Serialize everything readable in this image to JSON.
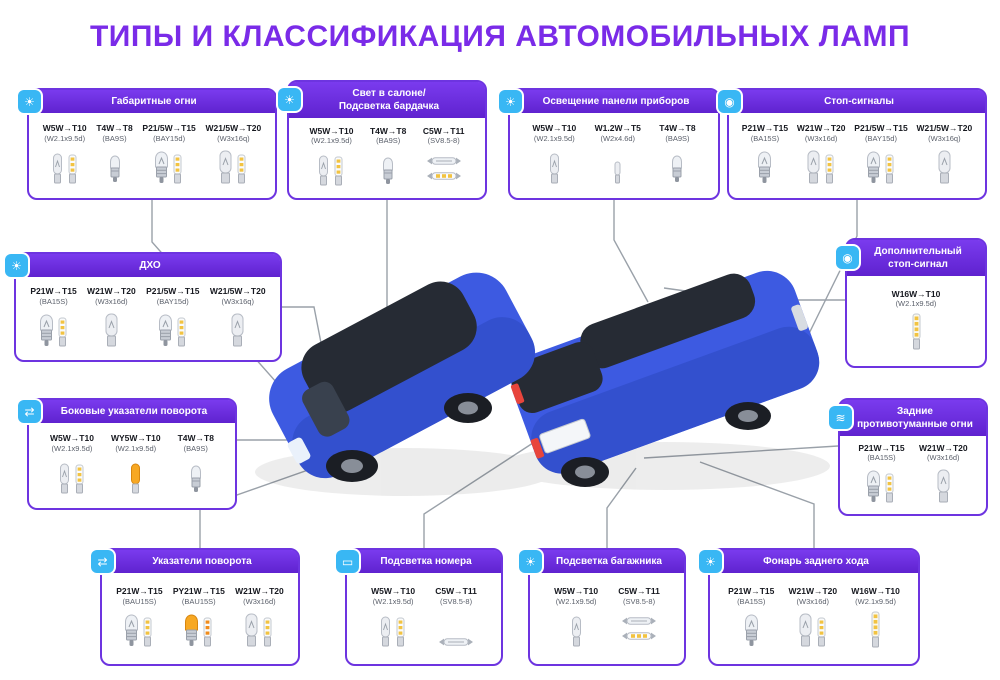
{
  "page": {
    "title": "ТИПЫ И КЛАССИФИКАЦИЯ АВТОМОБИЛЬНЫХ ЛАМП"
  },
  "colors": {
    "title_purple": "#7A2BE8",
    "box_purple": "#6D34E0",
    "header_gradient_top": "#7A3BEE",
    "header_gradient_bottom": "#5F22CF",
    "icon_blue": "#39B7F4",
    "car_blue": "#3D5AE1",
    "connector_gray": "#9AA1A9",
    "amber": "#F7A823",
    "tail_red": "#E8453C"
  },
  "boxes": [
    {
      "id": "parking-lights",
      "title": "Габаритные огни",
      "icon": "parking-light-icon",
      "lamps": [
        {
          "name": "W5W→T10",
          "socket": "(W2.1x9.5d)",
          "bulbs": [
            "wedge-clear",
            "led-white"
          ]
        },
        {
          "name": "T4W→T8",
          "socket": "(BA9S)",
          "bulbs": [
            "bayonet-small"
          ]
        },
        {
          "name": "P21/5W→T15",
          "socket": "(BAY15d)",
          "bulbs": [
            "bayonet-clear",
            "led-white"
          ]
        },
        {
          "name": "W21/5W→T20",
          "socket": "(W3x16q)",
          "bulbs": [
            "wedge-large",
            "led-white"
          ]
        }
      ]
    },
    {
      "id": "interior-light",
      "title": "Свет в салоне/\nПодсветка бардачка",
      "icon": "interior-light-icon",
      "lamps": [
        {
          "name": "W5W→T10",
          "socket": "(W2.1x9.5d)",
          "bulbs": [
            "wedge-clear",
            "led-white"
          ]
        },
        {
          "name": "T4W→T8",
          "socket": "(BA9S)",
          "bulbs": [
            "bayonet-small"
          ]
        },
        {
          "name": "C5W→T11",
          "socket": "(SV8.5-8)",
          "bulbs": [
            "festoon",
            "festoon-led"
          ]
        }
      ]
    },
    {
      "id": "dashboard-light",
      "title": "Освещение панели приборов",
      "icon": "dashboard-light-icon",
      "lamps": [
        {
          "name": "W5W→T10",
          "socket": "(W2.1x9.5d)",
          "bulbs": [
            "wedge-clear"
          ]
        },
        {
          "name": "W1.2W→T5",
          "socket": "(W2x4.6d)",
          "bulbs": [
            "wedge-tiny"
          ]
        },
        {
          "name": "T4W→T8",
          "socket": "(BA9S)",
          "bulbs": [
            "bayonet-small"
          ]
        }
      ]
    },
    {
      "id": "brake-lights",
      "title": "Стоп-сигналы",
      "icon": "brake-light-icon",
      "lamps": [
        {
          "name": "P21W→T15",
          "socket": "(BA15S)",
          "bulbs": [
            "bayonet-clear"
          ]
        },
        {
          "name": "W21W→T20",
          "socket": "(W3x16d)",
          "bulbs": [
            "wedge-large",
            "led-white"
          ]
        },
        {
          "name": "P21/5W→T15",
          "socket": "(BAY15d)",
          "bulbs": [
            "bayonet-clear",
            "led-white"
          ]
        },
        {
          "name": "W21/5W→T20",
          "socket": "(W3x16q)",
          "bulbs": [
            "wedge-large"
          ]
        }
      ]
    },
    {
      "id": "drl",
      "title": "ДХО",
      "icon": "drl-icon",
      "lamps": [
        {
          "name": "P21W→T15",
          "socket": "(BA15S)",
          "bulbs": [
            "bayonet-clear",
            "led-white"
          ]
        },
        {
          "name": "W21W→T20",
          "socket": "(W3x16d)",
          "bulbs": [
            "wedge-large"
          ]
        },
        {
          "name": "P21/5W→T15",
          "socket": "(BAY15d)",
          "bulbs": [
            "bayonet-clear",
            "led-white"
          ]
        },
        {
          "name": "W21/5W→T20",
          "socket": "(W3x16q)",
          "bulbs": [
            "wedge-large"
          ]
        }
      ]
    },
    {
      "id": "additional-brake",
      "title": "Дополнительный\nстоп-сигнал",
      "icon": "additional-brake-light-icon",
      "lamps": [
        {
          "name": "W16W→T10",
          "socket": "(W2.1x9.5d)",
          "bulbs": [
            "led-stick"
          ]
        }
      ]
    },
    {
      "id": "side-turn",
      "title": "Боковые указатели поворота",
      "icon": "side-turn-signal-icon",
      "lamps": [
        {
          "name": "W5W→T10",
          "socket": "(W2.1x9.5d)",
          "bulbs": [
            "wedge-clear",
            "led-white"
          ]
        },
        {
          "name": "WY5W→T10",
          "socket": "(W2.1x9.5d)",
          "bulbs": [
            "wedge-amber"
          ]
        },
        {
          "name": "T4W→T8",
          "socket": "(BA9S)",
          "bulbs": [
            "bayonet-small"
          ]
        }
      ]
    },
    {
      "id": "rear-fog",
      "title": "Задние\nпротивотуманные огни",
      "icon": "rear-fog-icon",
      "lamps": [
        {
          "name": "P21W→T15",
          "socket": "(BA15S)",
          "bulbs": [
            "bayonet-clear",
            "led-white"
          ]
        },
        {
          "name": "W21W→T20",
          "socket": "(W3x16d)",
          "bulbs": [
            "wedge-large"
          ]
        }
      ]
    },
    {
      "id": "turn-signals",
      "title": "Указатели поворота",
      "icon": "turn-signal-icon",
      "lamps": [
        {
          "name": "P21W→T15",
          "socket": "(BAU15S)",
          "bulbs": [
            "bayonet-clear",
            "led-white"
          ]
        },
        {
          "name": "PY21W→T15",
          "socket": "(BAU15S)",
          "bulbs": [
            "bayonet-amber",
            "led-amber"
          ]
        },
        {
          "name": "W21W→T20",
          "socket": "(W3x16d)",
          "bulbs": [
            "wedge-large",
            "led-white"
          ]
        }
      ]
    },
    {
      "id": "plate-light",
      "title": "Подсветка номера",
      "icon": "plate-light-icon",
      "lamps": [
        {
          "name": "W5W→T10",
          "socket": "(W2.1x9.5d)",
          "bulbs": [
            "wedge-clear",
            "led-white"
          ]
        },
        {
          "name": "C5W→T11",
          "socket": "(SV8.5-8)",
          "bulbs": [
            "festoon"
          ]
        }
      ]
    },
    {
      "id": "trunk-light",
      "title": "Подсветка багажника",
      "icon": "trunk-light-icon",
      "lamps": [
        {
          "name": "W5W→T10",
          "socket": "(W2.1x9.5d)",
          "bulbs": [
            "wedge-clear"
          ]
        },
        {
          "name": "C5W→T11",
          "socket": "(SV8.5-8)",
          "bulbs": [
            "festoon",
            "festoon-led"
          ]
        }
      ]
    },
    {
      "id": "reverse-light",
      "title": "Фонарь заднего хода",
      "icon": "reverse-light-icon",
      "lamps": [
        {
          "name": "P21W→T15",
          "socket": "(BA15S)",
          "bulbs": [
            "bayonet-clear"
          ]
        },
        {
          "name": "W21W→T20",
          "socket": "(W3x16d)",
          "bulbs": [
            "wedge-large",
            "led-white"
          ]
        },
        {
          "name": "W16W→T10",
          "socket": "(W2.1x9.5d)",
          "bulbs": [
            "led-stick"
          ]
        }
      ]
    }
  ]
}
